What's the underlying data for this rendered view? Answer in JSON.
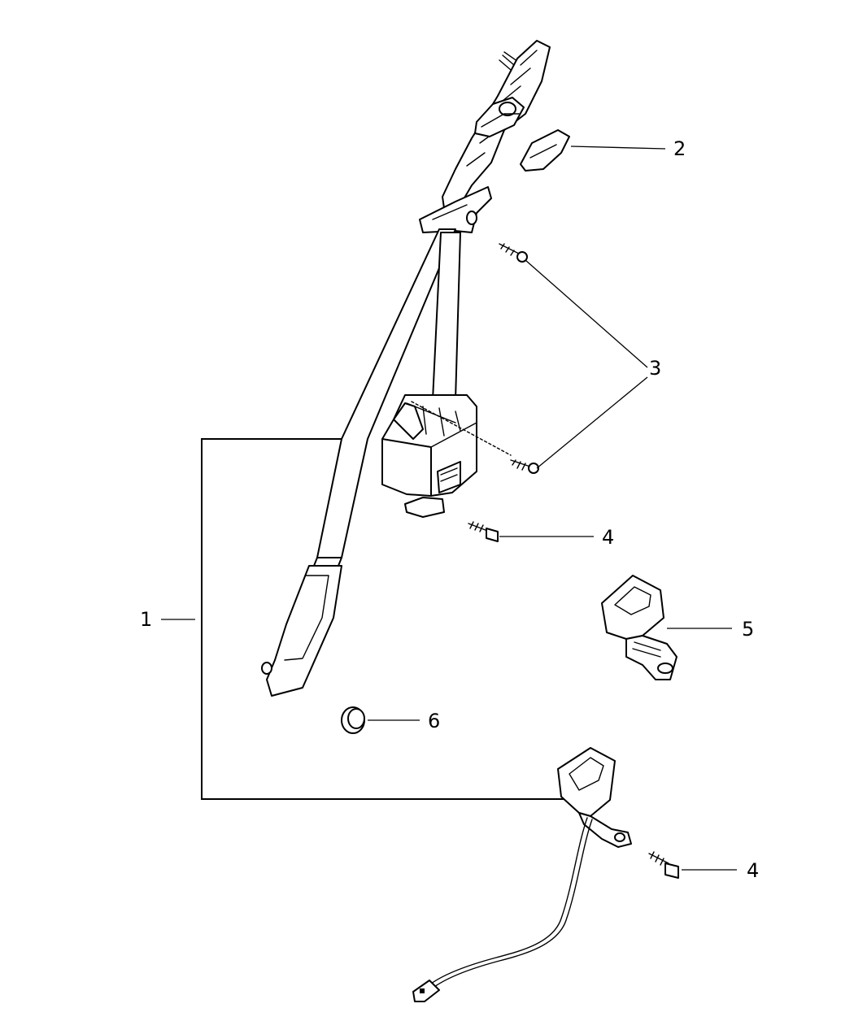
{
  "callouts": [
    {
      "id": "1",
      "label": "1"
    },
    {
      "id": "2",
      "label": "2"
    },
    {
      "id": "3",
      "label": "3"
    },
    {
      "id": "4a",
      "label": "4"
    },
    {
      "id": "5",
      "label": "5"
    },
    {
      "id": "6",
      "label": "6"
    },
    {
      "id": "4b",
      "label": "4"
    }
  ]
}
